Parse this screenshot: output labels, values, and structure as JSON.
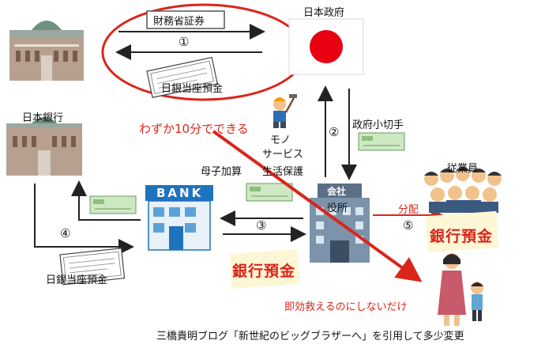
{
  "labels": {
    "bond": "財務省証券",
    "step1": "①",
    "boj_deposit_top": "日銀当座預金",
    "government": "日本政府",
    "boj": "日本銀行",
    "ten_min": "わずか10分でできる",
    "goods": "モノ",
    "service": "サービス",
    "step2": "②",
    "gov_check": "政府小切手",
    "employees": "従業員",
    "single_parent": "母子加算",
    "welfare": "生活保護",
    "bank": "BANK",
    "company": "会社",
    "ministry": "役所",
    "step3": "③",
    "step4": "④",
    "step5": "⑤",
    "distribute": "分配",
    "bank_deposit_right": "銀行預金",
    "bank_deposit_center": "銀行預金",
    "boj_deposit_bottom": "日銀当座預金",
    "not_doing": "即効救えるのにしないだけ",
    "credit": "三橋貴明ブログ「新世紀のビッグブラザーへ」を引用して多少変更"
  },
  "colors": {
    "accent_red": "#d9261c",
    "flag_red": "#e60012",
    "bank_blue": "#1e73be",
    "check_green": "#cfe8c4"
  }
}
